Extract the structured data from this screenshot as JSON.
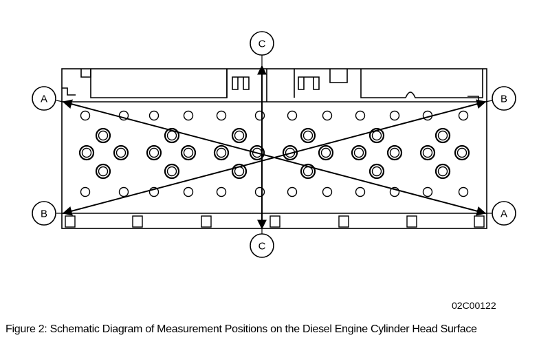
{
  "labels": {
    "a_left": "A",
    "a_right": "A",
    "b_left": "B",
    "b_right": "B",
    "c_top": "C",
    "c_bottom": "C"
  },
  "figure_code": "02C00122",
  "caption": "Figure 2: Schematic Diagram of Measurement Positions on the Diesel Engine Cylinder Head Surface"
}
